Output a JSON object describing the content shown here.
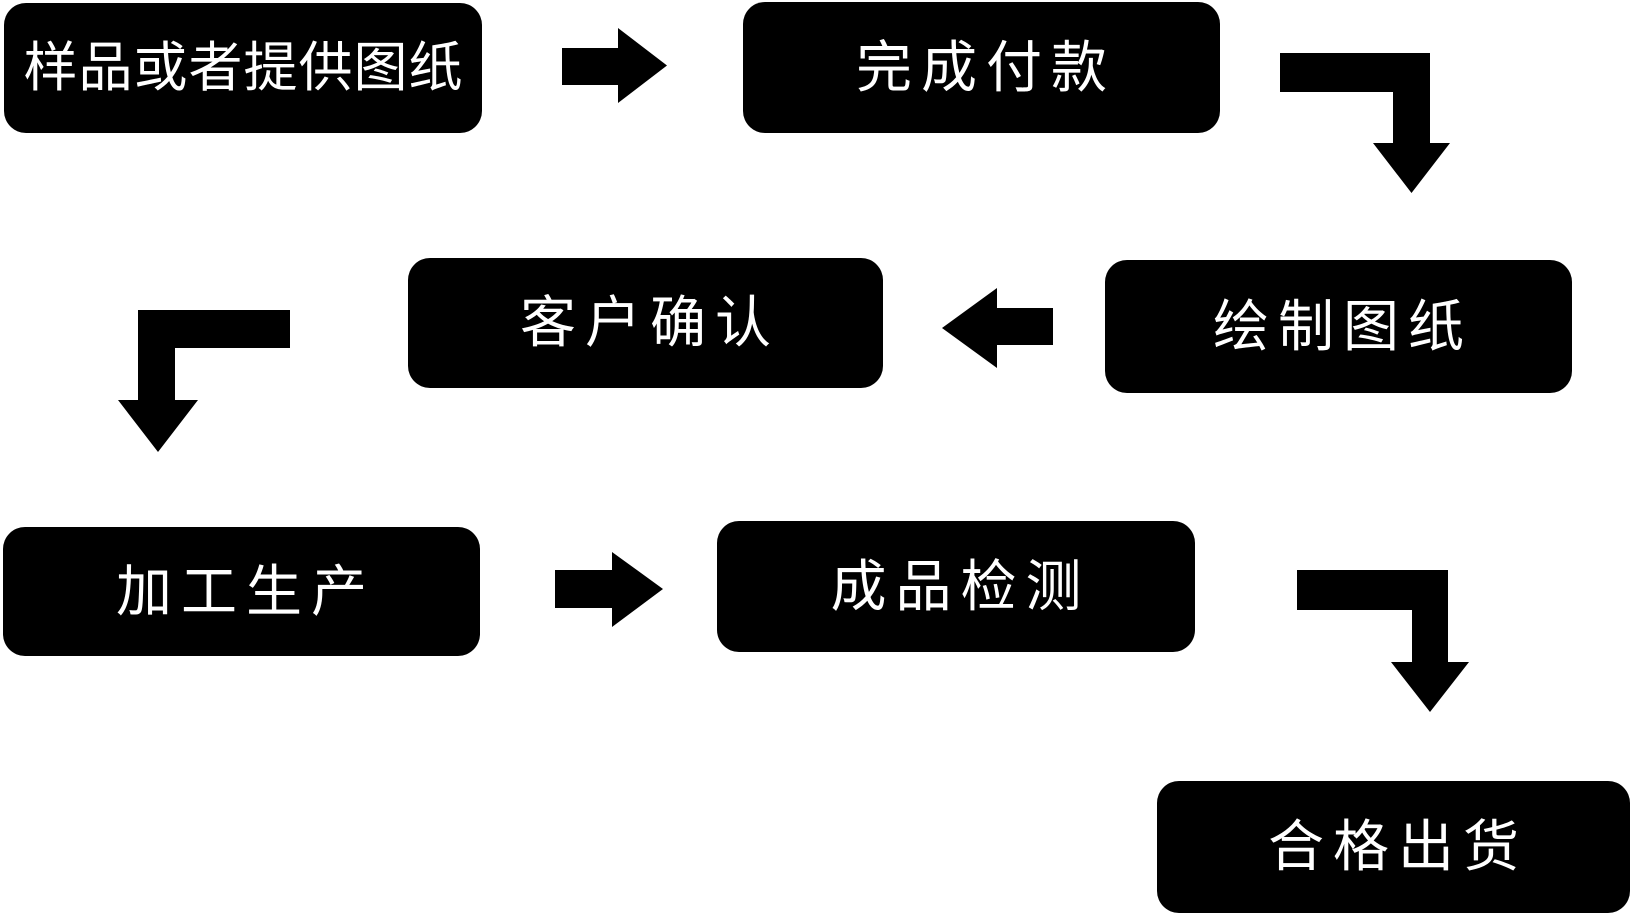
{
  "diagram": {
    "background_color": "#ffffff",
    "node_fill_color": "#000000",
    "node_text_color": "#ffffff",
    "arrow_color": "#000000",
    "nodes": [
      {
        "id": "sample-or-drawing",
        "label": "样品或者提供图纸"
      },
      {
        "id": "complete-payment",
        "label": "完成付款"
      },
      {
        "id": "draw-drawings",
        "label": "绘制图纸"
      },
      {
        "id": "customer-confirm",
        "label": "客户确认"
      },
      {
        "id": "processing",
        "label": "加工生产"
      },
      {
        "id": "product-inspect",
        "label": "成品检测"
      },
      {
        "id": "qualified-ship",
        "label": "合格出货"
      }
    ],
    "arrows": [
      {
        "from": "样品或者提供图纸",
        "to": "完成付款",
        "shape": "straight-right"
      },
      {
        "from": "完成付款",
        "to": "绘制图纸",
        "shape": "elbow-right-down"
      },
      {
        "from": "绘制图纸",
        "to": "客户确认",
        "shape": "straight-left"
      },
      {
        "from": "客户确认",
        "to": "加工生产",
        "shape": "elbow-left-down"
      },
      {
        "from": "加工生产",
        "to": "成品检测",
        "shape": "straight-right"
      },
      {
        "from": "成品检测",
        "to": "合格出货",
        "shape": "elbow-right-down"
      }
    ]
  }
}
